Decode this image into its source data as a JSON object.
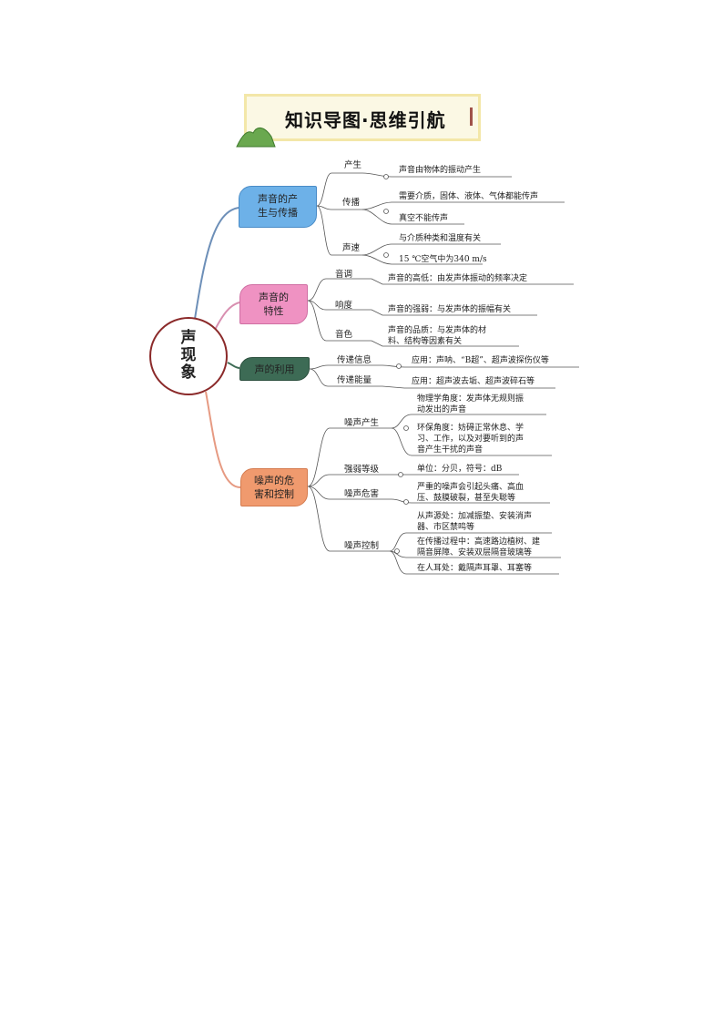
{
  "title": "知识导图·思维引航",
  "center": "声\n现\n象",
  "branches": [
    {
      "label": "声音的产\n生与传播",
      "color": "#6db1e8"
    },
    {
      "label": "声音的\n特性",
      "color": "#ef92c2"
    },
    {
      "label": "声的利用",
      "color": "#3d6b55"
    },
    {
      "label": "噪声的危\n害和控制",
      "color": "#f09a6e"
    }
  ],
  "subs": [
    "产生",
    "传播",
    "声速",
    "音调",
    "响度",
    "音色",
    "传递信息",
    "传递能量",
    "噪声产生",
    "强弱等级",
    "噪声危害",
    "噪声控制"
  ],
  "leaves": [
    "声音由物体的振动产生",
    "需要介质，固体、液体、气体都能传声",
    "真空不能传声",
    "与介质种类和温度有关",
    "15 ℃空气中为340 m/s",
    "声音的高低：由发声体振动的频率决定",
    "声音的强弱：与发声体的振幅有关",
    "声音的品质：与发声体的材\n料、结构等因素有关",
    "应用：声呐、“B超”、超声波探伤仪等",
    "应用：超声波去垢、超声波碎石等",
    "物理学角度：发声体无规则振\n动发出的声音",
    "环保角度：妨碍正常休息、学\n习、工作，以及对要听到的声\n音产生干扰的声音",
    "单位：分贝，符号：dB",
    "严重的噪声会引起头痛、高血\n压、鼓膜破裂，甚至失聪等",
    "从声源处：加减振垫、安装消声\n器、市区禁鸣等",
    "在传播过程中：高速路边植树、建\n隔音屏障、安装双层隔音玻璃等",
    "在人耳处：戴隔声耳罩、耳塞等"
  ]
}
